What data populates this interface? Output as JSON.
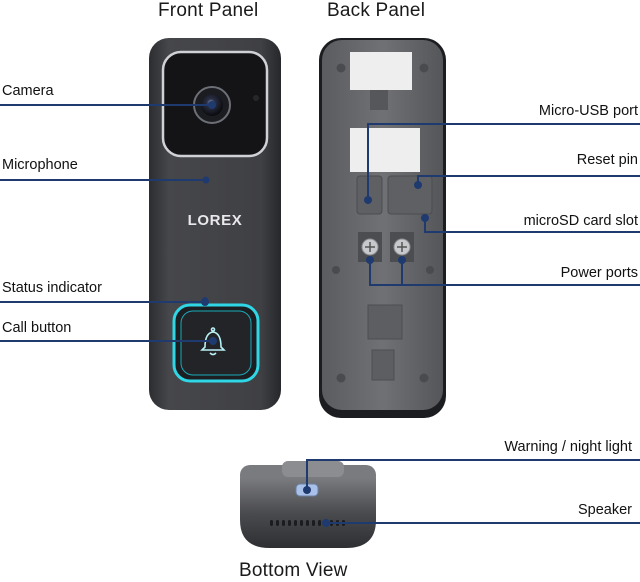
{
  "titles": {
    "front_panel": "Front Panel",
    "back_panel": "Back Panel",
    "bottom_view": "Bottom View"
  },
  "brand_logo": "LOREX",
  "front_labels": {
    "camera": "Camera",
    "microphone": "Microphone",
    "status_indicator": "Status indicator",
    "call_button": "Call button"
  },
  "back_labels": {
    "micro_usb_port": "Micro-USB port",
    "reset_pin": "Reset pin",
    "microsd_card_slot": "microSD card slot",
    "power_ports": "Power ports"
  },
  "bottom_labels": {
    "warning_night_light": "Warning / night light",
    "speaker": "Speaker"
  },
  "colors": {
    "leader_line": "#1f3a6e",
    "marker_dot": "#1f3a6e",
    "device_body": "#3c3d40",
    "call_ring": "#2fd6e6"
  }
}
